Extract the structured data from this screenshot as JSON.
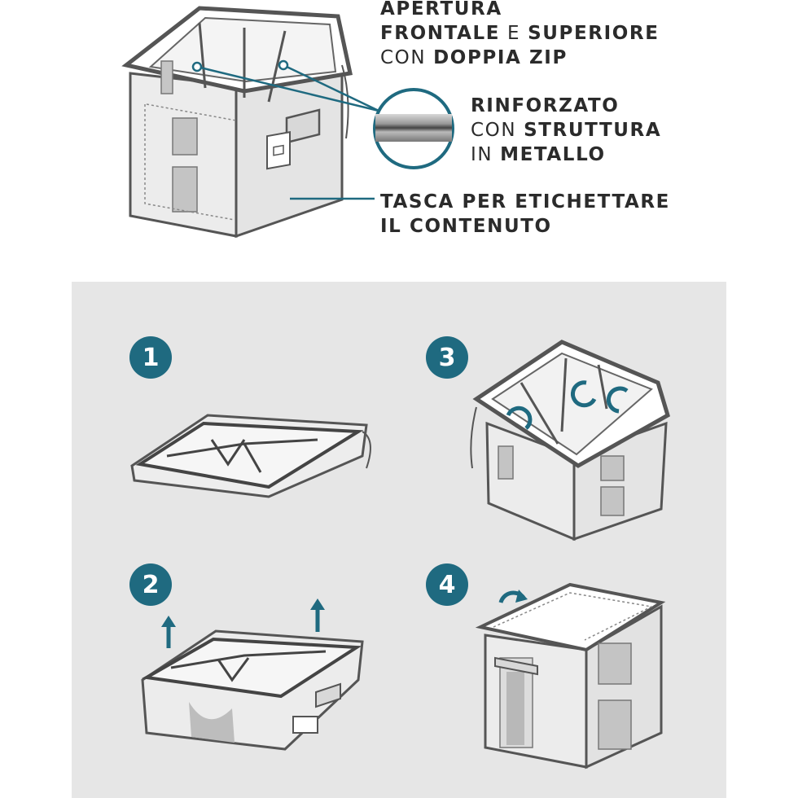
{
  "colors": {
    "accent": "#1f6a80",
    "panel": "#e6e6e6",
    "text": "#2b2b2b"
  },
  "features": [
    {
      "lines": [
        [
          {
            "t": "APERTURA",
            "b": true
          }
        ],
        [
          {
            "t": "FRONTALE",
            "b": true
          },
          {
            "t": " E ",
            "b": false
          },
          {
            "t": "SUPERIORE",
            "b": true
          }
        ],
        [
          {
            "t": "CON ",
            "b": false
          },
          {
            "t": "DOPPIA ZIP",
            "b": true
          }
        ]
      ]
    },
    {
      "lines": [
        [
          {
            "t": "RINFORZATO",
            "b": true
          }
        ],
        [
          {
            "t": "CON ",
            "b": false
          },
          {
            "t": "STRUTTURA",
            "b": true
          }
        ],
        [
          {
            "t": "IN ",
            "b": false
          },
          {
            "t": "METALLO",
            "b": true
          }
        ]
      ]
    },
    {
      "lines": [
        [
          {
            "t": "TASCA PER ETICHETTARE",
            "b": true
          }
        ],
        [
          {
            "t": "IL CONTENUTO",
            "b": true
          }
        ]
      ]
    }
  ],
  "steps": [
    {
      "number": "1",
      "caption_icon": "folded-box-flat-icon"
    },
    {
      "number": "2",
      "caption_icon": "box-lift-up-icon"
    },
    {
      "number": "3",
      "caption_icon": "box-unfold-rotate-icon"
    },
    {
      "number": "4",
      "caption_icon": "box-close-lid-icon"
    }
  ]
}
